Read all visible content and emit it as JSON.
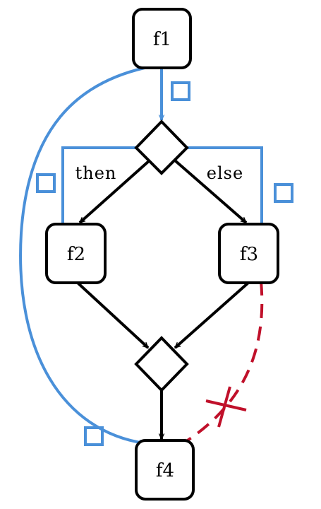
{
  "nodes": {
    "f1": "f1",
    "f2": "f2",
    "f3": "f3",
    "f4": "f4"
  },
  "edge_labels": {
    "then": "then",
    "else": "else"
  },
  "colors": {
    "black": "#000000",
    "blue": "#4a90d9",
    "red": "#c0102a"
  }
}
